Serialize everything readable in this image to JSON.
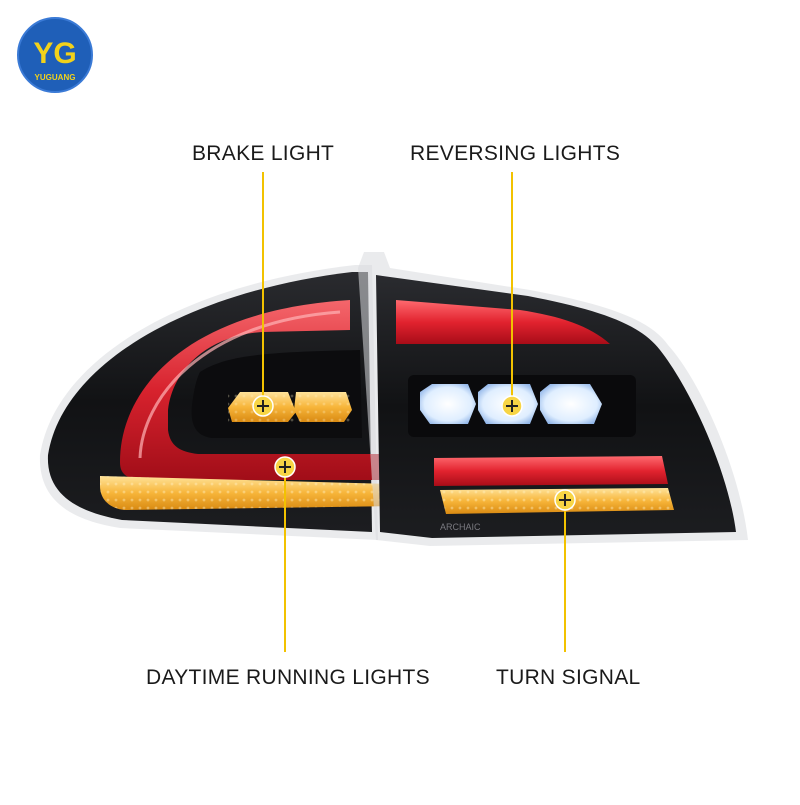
{
  "logo": {
    "text": "YG",
    "brand": "YUGUANG",
    "bg_color": "#1f5fb8",
    "fg_color": "#f2d21b"
  },
  "callouts": {
    "brake": "BRAKE LIGHT",
    "reverse": "REVERSING LIGHTS",
    "drl": "DAYTIME RUNNING LIGHTS",
    "turn": "TURN SIGNAL"
  },
  "lamp_marking": "ARCHAIC",
  "colors": {
    "leader": "#f2c200",
    "housing": "#141416",
    "red_led": "#e2232f",
    "amber_led": "#f2a72a",
    "white_led": "#e8f2ff"
  }
}
